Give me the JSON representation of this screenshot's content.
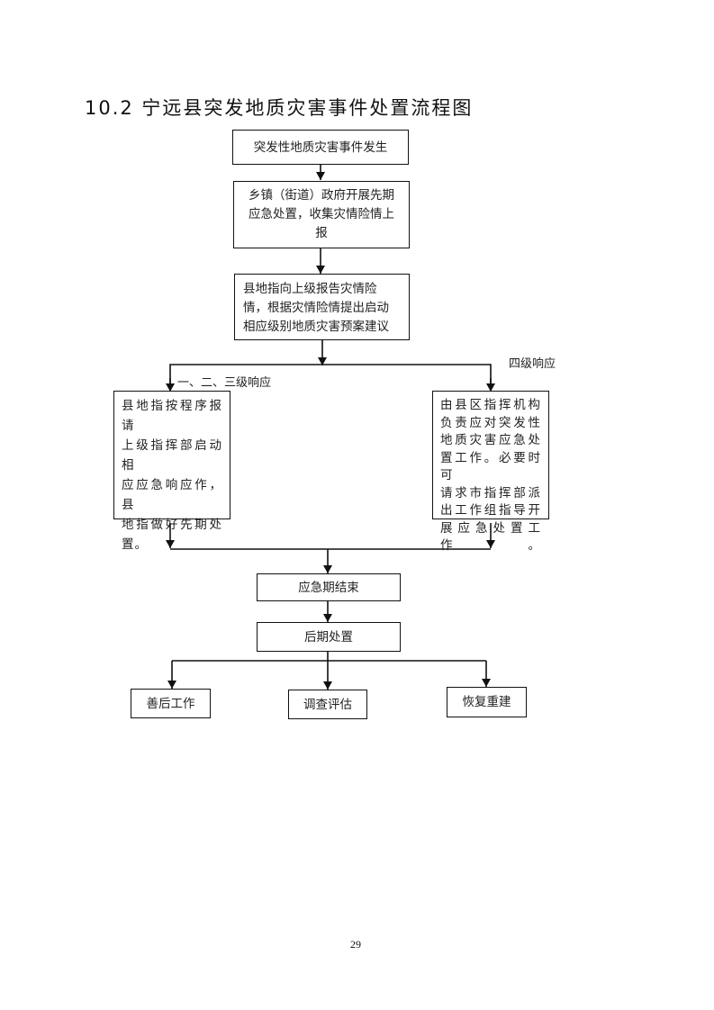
{
  "title": "10.2 宁远县突发地质灾害事件处置流程图",
  "nodes": {
    "start": "突发性地质灾害事件发生",
    "township": [
      "乡镇（街道）政府开展先期",
      "应急处置，收集灾情险情上",
      "报"
    ],
    "county_report": [
      "县地指向上级报告灾情险",
      "情，根据灾情险情提出启动",
      "相应级别地质灾害预案建议"
    ],
    "level_123_box": [
      "县地指按程序报请",
      "上级指挥部启动相",
      "应应急响应作，县",
      "地指做好先期处",
      "置。"
    ],
    "level_4_box": [
      "由县区指挥机构",
      "负责应对突发性",
      "地质灾害应急处",
      "置工作。必要时可",
      "请求市指挥部派",
      "出工作组指导开",
      "展应急处置工作。"
    ],
    "end_emergency": "应急期结束",
    "post_disposal": "后期处置",
    "aftermath": "善后工作",
    "investigation": "调查评估",
    "reconstruction": "恢复重建"
  },
  "branch_labels": {
    "level_123": "一、二、三级响应",
    "level_4": "四级响应"
  },
  "page_number": "29"
}
